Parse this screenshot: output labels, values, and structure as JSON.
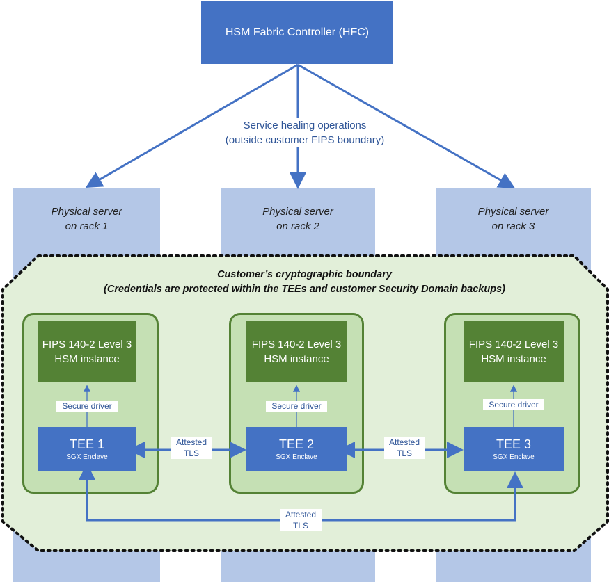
{
  "controller": {
    "label": "HSM Fabric Controller (HFC)"
  },
  "healing": {
    "line1": "Service healing operations",
    "line2": "(outside customer FIPS boundary)"
  },
  "servers": [
    {
      "line1": "Physical server",
      "line2": "on rack 1"
    },
    {
      "line1": "Physical server",
      "line2": "on rack 2"
    },
    {
      "line1": "Physical server",
      "line2": "on rack 3"
    }
  ],
  "boundary": {
    "line1": "Customer’s cryptographic boundary",
    "line2": "(Credentials are protected within the TEEs and customer Security Domain backups)"
  },
  "nodes": [
    {
      "fips1": "FIPS 140-2 Level 3",
      "fips2": "HSM instance",
      "driver": "Secure driver",
      "tee": "TEE 1",
      "enclave": "SGX Enclave"
    },
    {
      "fips1": "FIPS 140-2 Level 3",
      "fips2": "HSM instance",
      "driver": "Secure driver",
      "tee": "TEE 2",
      "enclave": "SGX Enclave"
    },
    {
      "fips1": "FIPS 140-2 Level 3",
      "fips2": "HSM instance",
      "driver": "Secure driver",
      "tee": "TEE 3",
      "enclave": "SGX Enclave"
    }
  ],
  "links": {
    "tee12": {
      "line1": "Attested",
      "line2": "TLS"
    },
    "tee23": {
      "line1": "Attested",
      "line2": "TLS"
    },
    "tee13": {
      "line1": "Attested",
      "line2": "TLS"
    }
  },
  "colors": {
    "controller": "#4472c4",
    "server": "#b4c7e7",
    "boundary_fill": "#e2efd9",
    "tee_box": "#c5e0b4",
    "fips": "#548235",
    "tee": "#4472c4",
    "arrow": "#4472c4"
  }
}
